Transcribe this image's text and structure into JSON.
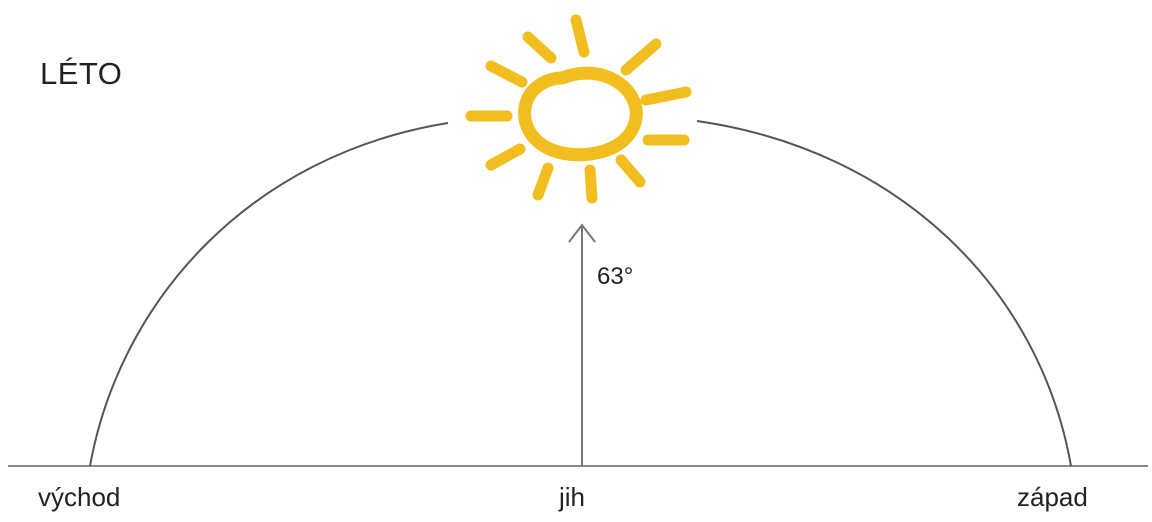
{
  "season": "LÉTO",
  "directions": {
    "east": "východ",
    "south": "jih",
    "west": "západ"
  },
  "sun_elevation_label": "63°",
  "colors": {
    "sun": "#F2BE1F",
    "line": "#555555",
    "ground": "#8a8a8a"
  }
}
